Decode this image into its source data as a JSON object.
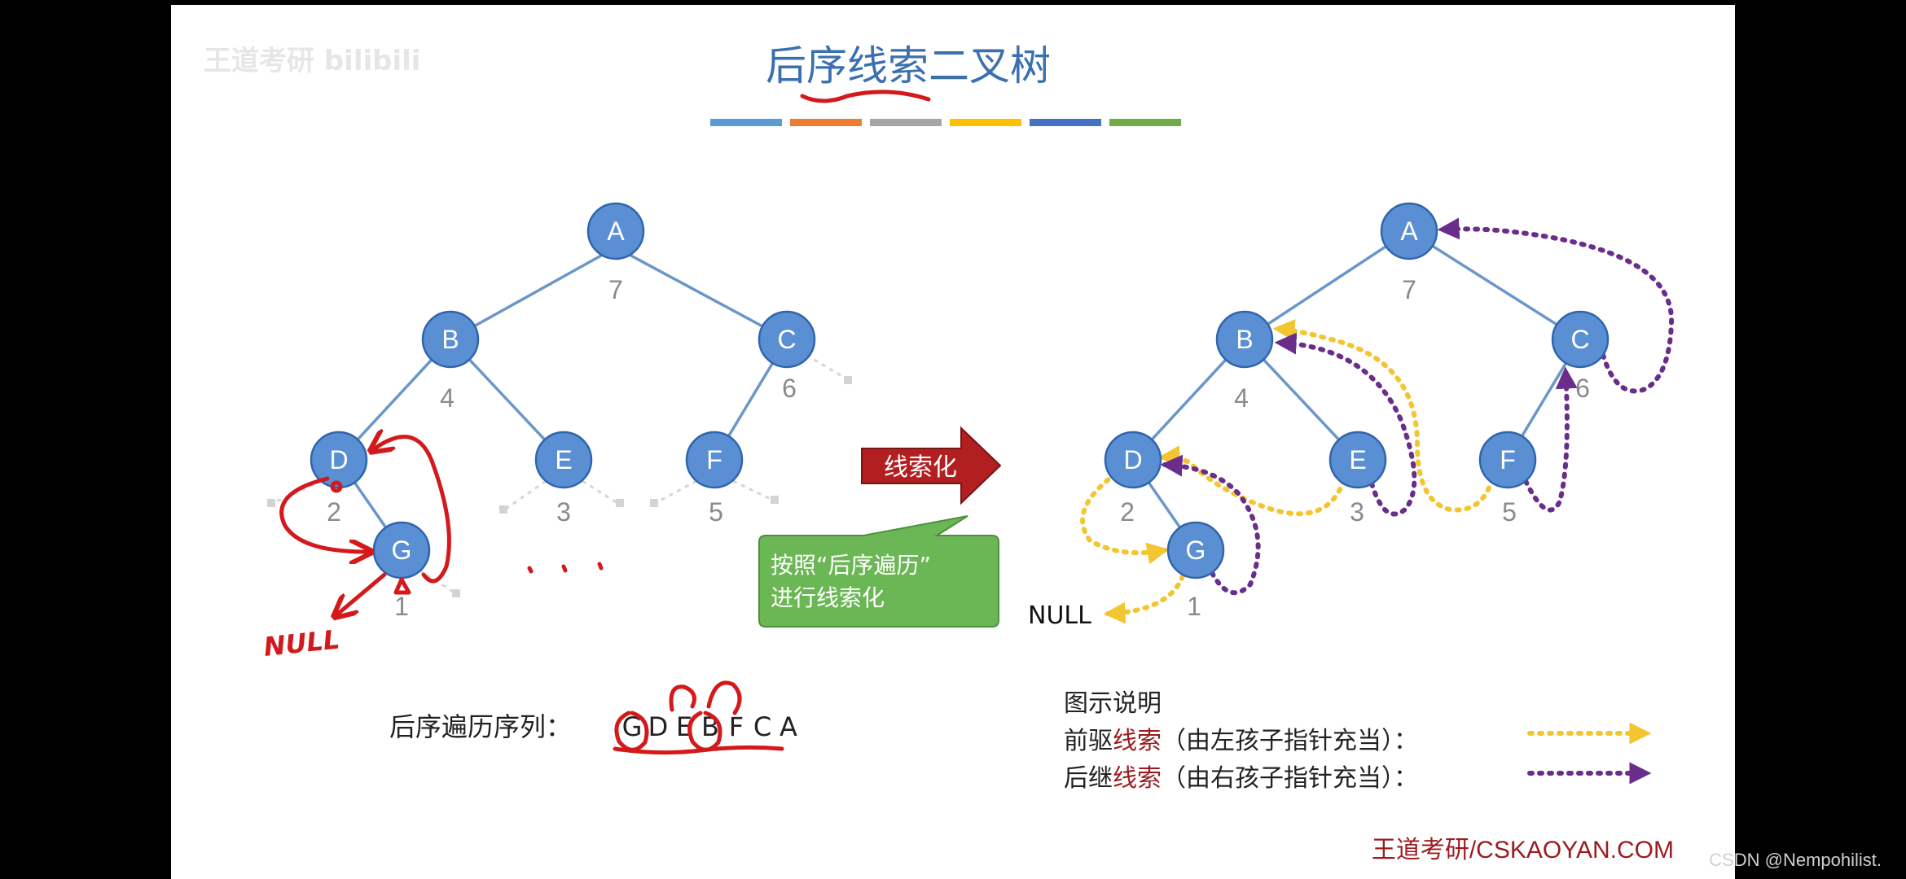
{
  "slide": {
    "title": "后序线索二叉树",
    "watermark": "王道考研 bilibili",
    "footer": "王道考研/CSKAOYAN.COM",
    "title_color_bars": [
      "#5b9bd5",
      "#ed7d31",
      "#a5a5a5",
      "#ffc000",
      "#4472c4",
      "#70ad47"
    ]
  },
  "left_tree": {
    "nodes": [
      {
        "id": "A",
        "order": "7"
      },
      {
        "id": "B",
        "order": "4"
      },
      {
        "id": "C",
        "order": "6"
      },
      {
        "id": "D",
        "order": "2"
      },
      {
        "id": "E",
        "order": "3"
      },
      {
        "id": "F",
        "order": "5"
      },
      {
        "id": "G",
        "order": "1"
      }
    ],
    "annotation_null": "NULL"
  },
  "right_tree": {
    "nodes": [
      {
        "id": "A",
        "order": "7"
      },
      {
        "id": "B",
        "order": "4"
      },
      {
        "id": "C",
        "order": "6"
      },
      {
        "id": "D",
        "order": "2"
      },
      {
        "id": "E",
        "order": "3"
      },
      {
        "id": "F",
        "order": "5"
      },
      {
        "id": "G",
        "order": "1"
      }
    ],
    "null_label": "NULL"
  },
  "arrow_label": "线索化",
  "callout": {
    "line1": "按照“后序遍历”",
    "line2": "进行线索化"
  },
  "sequence": {
    "label": "后序遍历序列：",
    "items": [
      "G",
      "D",
      "E",
      "B",
      "F",
      "C",
      "A"
    ]
  },
  "legend": {
    "title": "图示说明",
    "pred_prefix": "前驱",
    "pred_keyword": "线索",
    "pred_suffix": "（由左孩子指针充当）：",
    "succ_prefix": "后继",
    "succ_keyword": "线索",
    "succ_suffix": "（由右孩子指针充当）：",
    "pred_color": "#f3c531",
    "succ_color": "#6a2d8c"
  },
  "page_footer": "CSDN @Nempohilist."
}
